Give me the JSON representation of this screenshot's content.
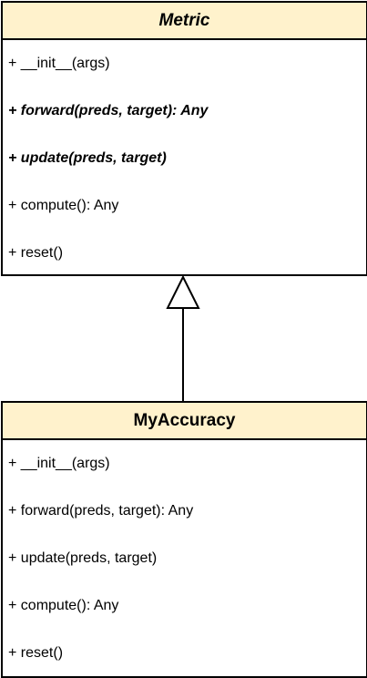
{
  "classes": {
    "metric": {
      "name": "Metric",
      "members": [
        {
          "text": "+ __init__(args)",
          "abstract": false
        },
        {
          "text": "+ forward(preds, target): Any",
          "abstract": true
        },
        {
          "text": "+ update(preds, target)",
          "abstract": true
        },
        {
          "text": "+ compute(): Any",
          "abstract": false
        },
        {
          "text": "+ reset()",
          "abstract": false
        }
      ]
    },
    "myaccuracy": {
      "name": "MyAccuracy",
      "members": [
        {
          "text": "+ __init__(args)",
          "abstract": false
        },
        {
          "text": "+ forward(preds, target): Any",
          "abstract": false
        },
        {
          "text": "+ update(preds, target)",
          "abstract": false
        },
        {
          "text": "+ compute(): Any",
          "abstract": false
        },
        {
          "text": "+ reset()",
          "abstract": false
        }
      ]
    }
  },
  "colors": {
    "header_fill": "#fff2cc",
    "border": "#000000"
  }
}
